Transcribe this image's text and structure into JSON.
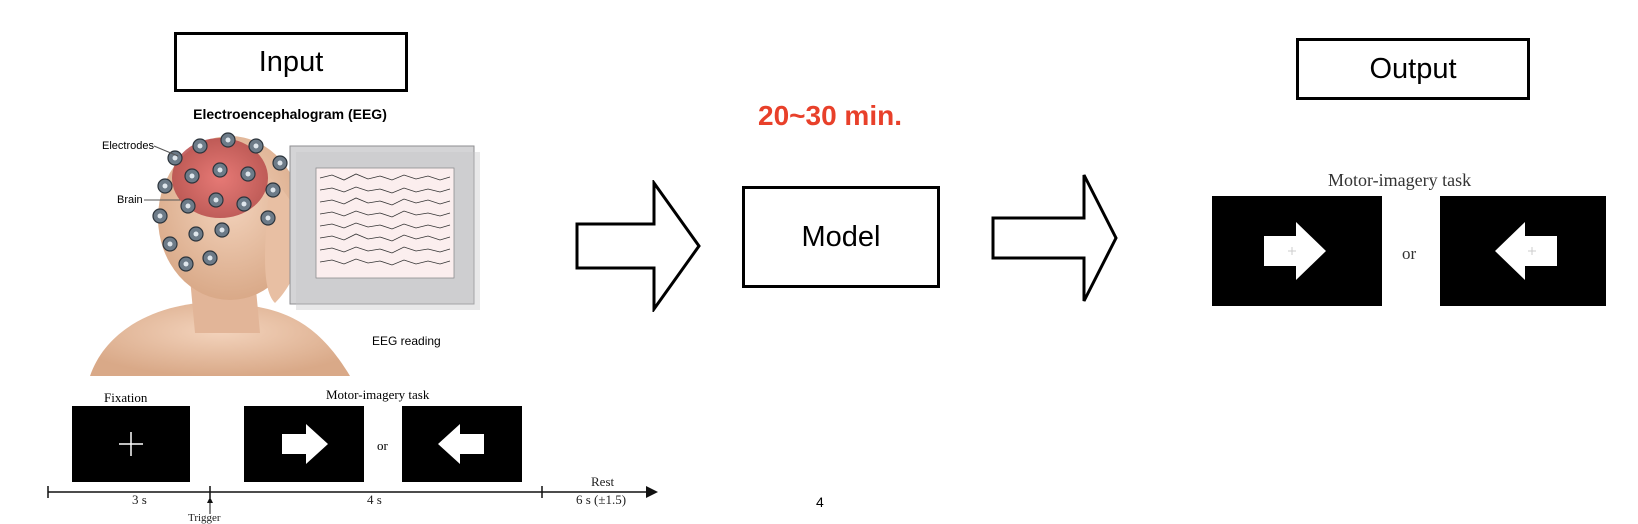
{
  "input_label": "Input",
  "output_label": "Output",
  "model_label": "Model",
  "duration": "20~30 min.",
  "eeg_title": "Electroencephalogram (EEG)",
  "electrodes_label": "Electrodes",
  "brain_label": "Brain",
  "eeg_reading_label": "EEG reading",
  "fixation_label": "Fixation",
  "motor_task_label": "Motor-imagery task",
  "or_label": "or",
  "output_task_label": "Motor-imagery task",
  "output_or_label": "or",
  "timeline": {
    "seg1": "3 s",
    "seg2": "4 s",
    "rest_label": "Rest",
    "rest_time": "6 s (±1.5)",
    "trigger": "Trigger"
  },
  "page_number": "4",
  "colors": {
    "duration": "#e8402a",
    "screen": "#000000",
    "arrow_fill": "#ffffff"
  }
}
